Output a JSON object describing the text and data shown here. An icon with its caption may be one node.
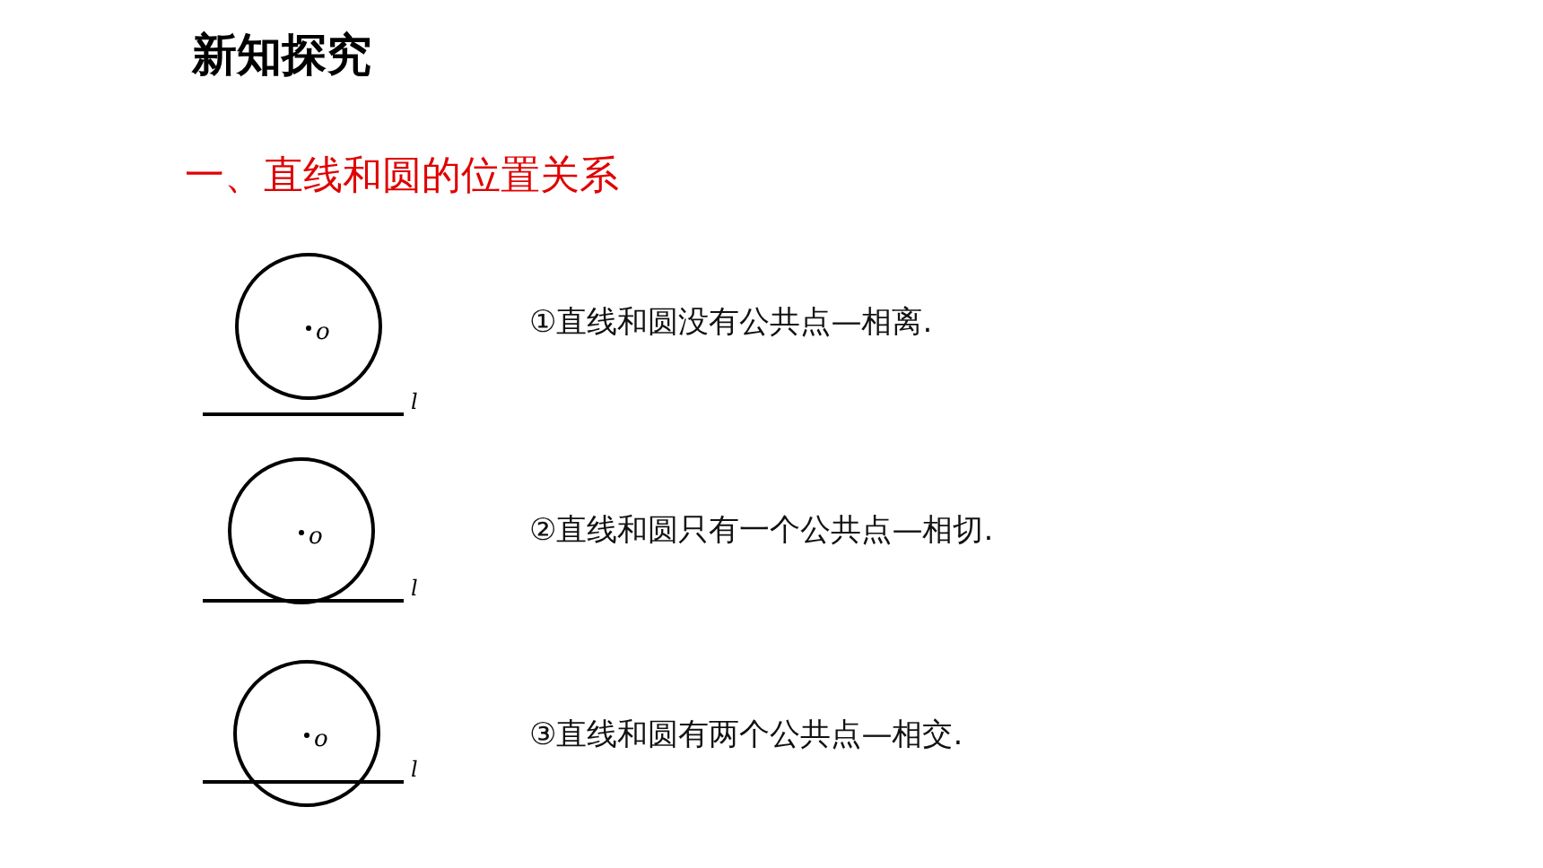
{
  "diagram": {
    "title": "新知探究",
    "nodes": [
      {
        "text": [
          "o"
        ]
      },
      {
        "text": [
          "o"
        ]
      },
      {
        "text": [
          "o"
        ]
      }
    ],
    "labels": [
      "一、直线和圆的位置关系",
      "①直线和圆没有公共点—相离.",
      "l",
      "②直线和圆只有一个公共点—相切.",
      "l",
      "③直线和圆有两个公共点—相交.",
      "l"
    ]
  }
}
